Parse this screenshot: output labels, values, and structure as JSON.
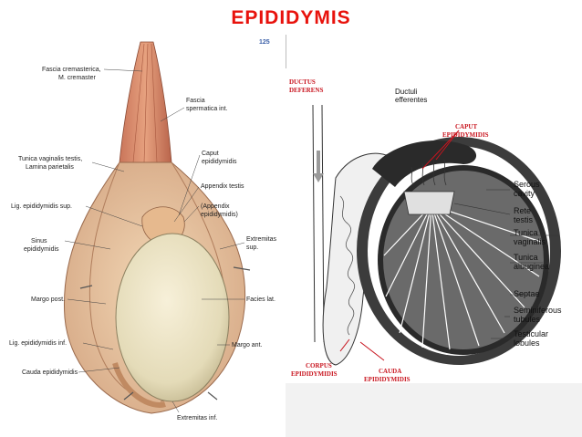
{
  "title": "EPIDIDYMIS",
  "left_labels": {
    "fascia_cremasterica": "Fascia cremasterica,",
    "m_cremaster": "M. cremaster",
    "fascia_spermatica": "Fascia",
    "fascia_spermatica2": "spermatica int.",
    "tunica_vaginalis": "Tunica vaginalis testis,",
    "lamina_parietalis": "Lamina parietalis",
    "caput1": "Caput",
    "caput2": "epididymidis",
    "appendix_testis": "Appendix testis",
    "lig_sup": "Lig. epididymidis sup.",
    "appendix_epi1": "(Appendix",
    "appendix_epi2": "epididymidis)",
    "sinus1": "Sinus",
    "sinus2": "epididymidis",
    "extremitas_sup1": "Extremitas",
    "extremitas_sup2": "sup.",
    "facies_lat": "Facies lat.",
    "margo_post": "Margo post.",
    "lig_inf": "Lig. epididymidis inf.",
    "margo_ant": "Margo ant.",
    "cauda": "Cauda epididymidis",
    "extremitas_inf": "Extremitas inf."
  },
  "right_labels": {
    "ductus1": "DUCTUS",
    "ductus2": "DEFERENS",
    "ductuli1": "Ductuli",
    "ductuli2": "efferentes",
    "caput1": "CAPUT",
    "caput2": "EPIDIDYMIDIS",
    "serous1": "Serous",
    "serous2": "cavity",
    "rete1": "Rete",
    "rete2": "testis",
    "tunica_vag1": "Tunica",
    "tunica_vag2": "vaginalis",
    "tunica_alb1": "Tunica",
    "tunica_alb2": "albuginea",
    "septae": "Septae",
    "semin1": "Seminiferous",
    "semin2": "tubules",
    "testic1": "Testicular",
    "testic2": "lobules",
    "corpus1": "CORPUS",
    "corpus2": "EPIDIDYMIDIS",
    "cauda1": "CAUDA",
    "cauda2": "EPIDIDYMIDIS",
    "page_no": "125"
  }
}
